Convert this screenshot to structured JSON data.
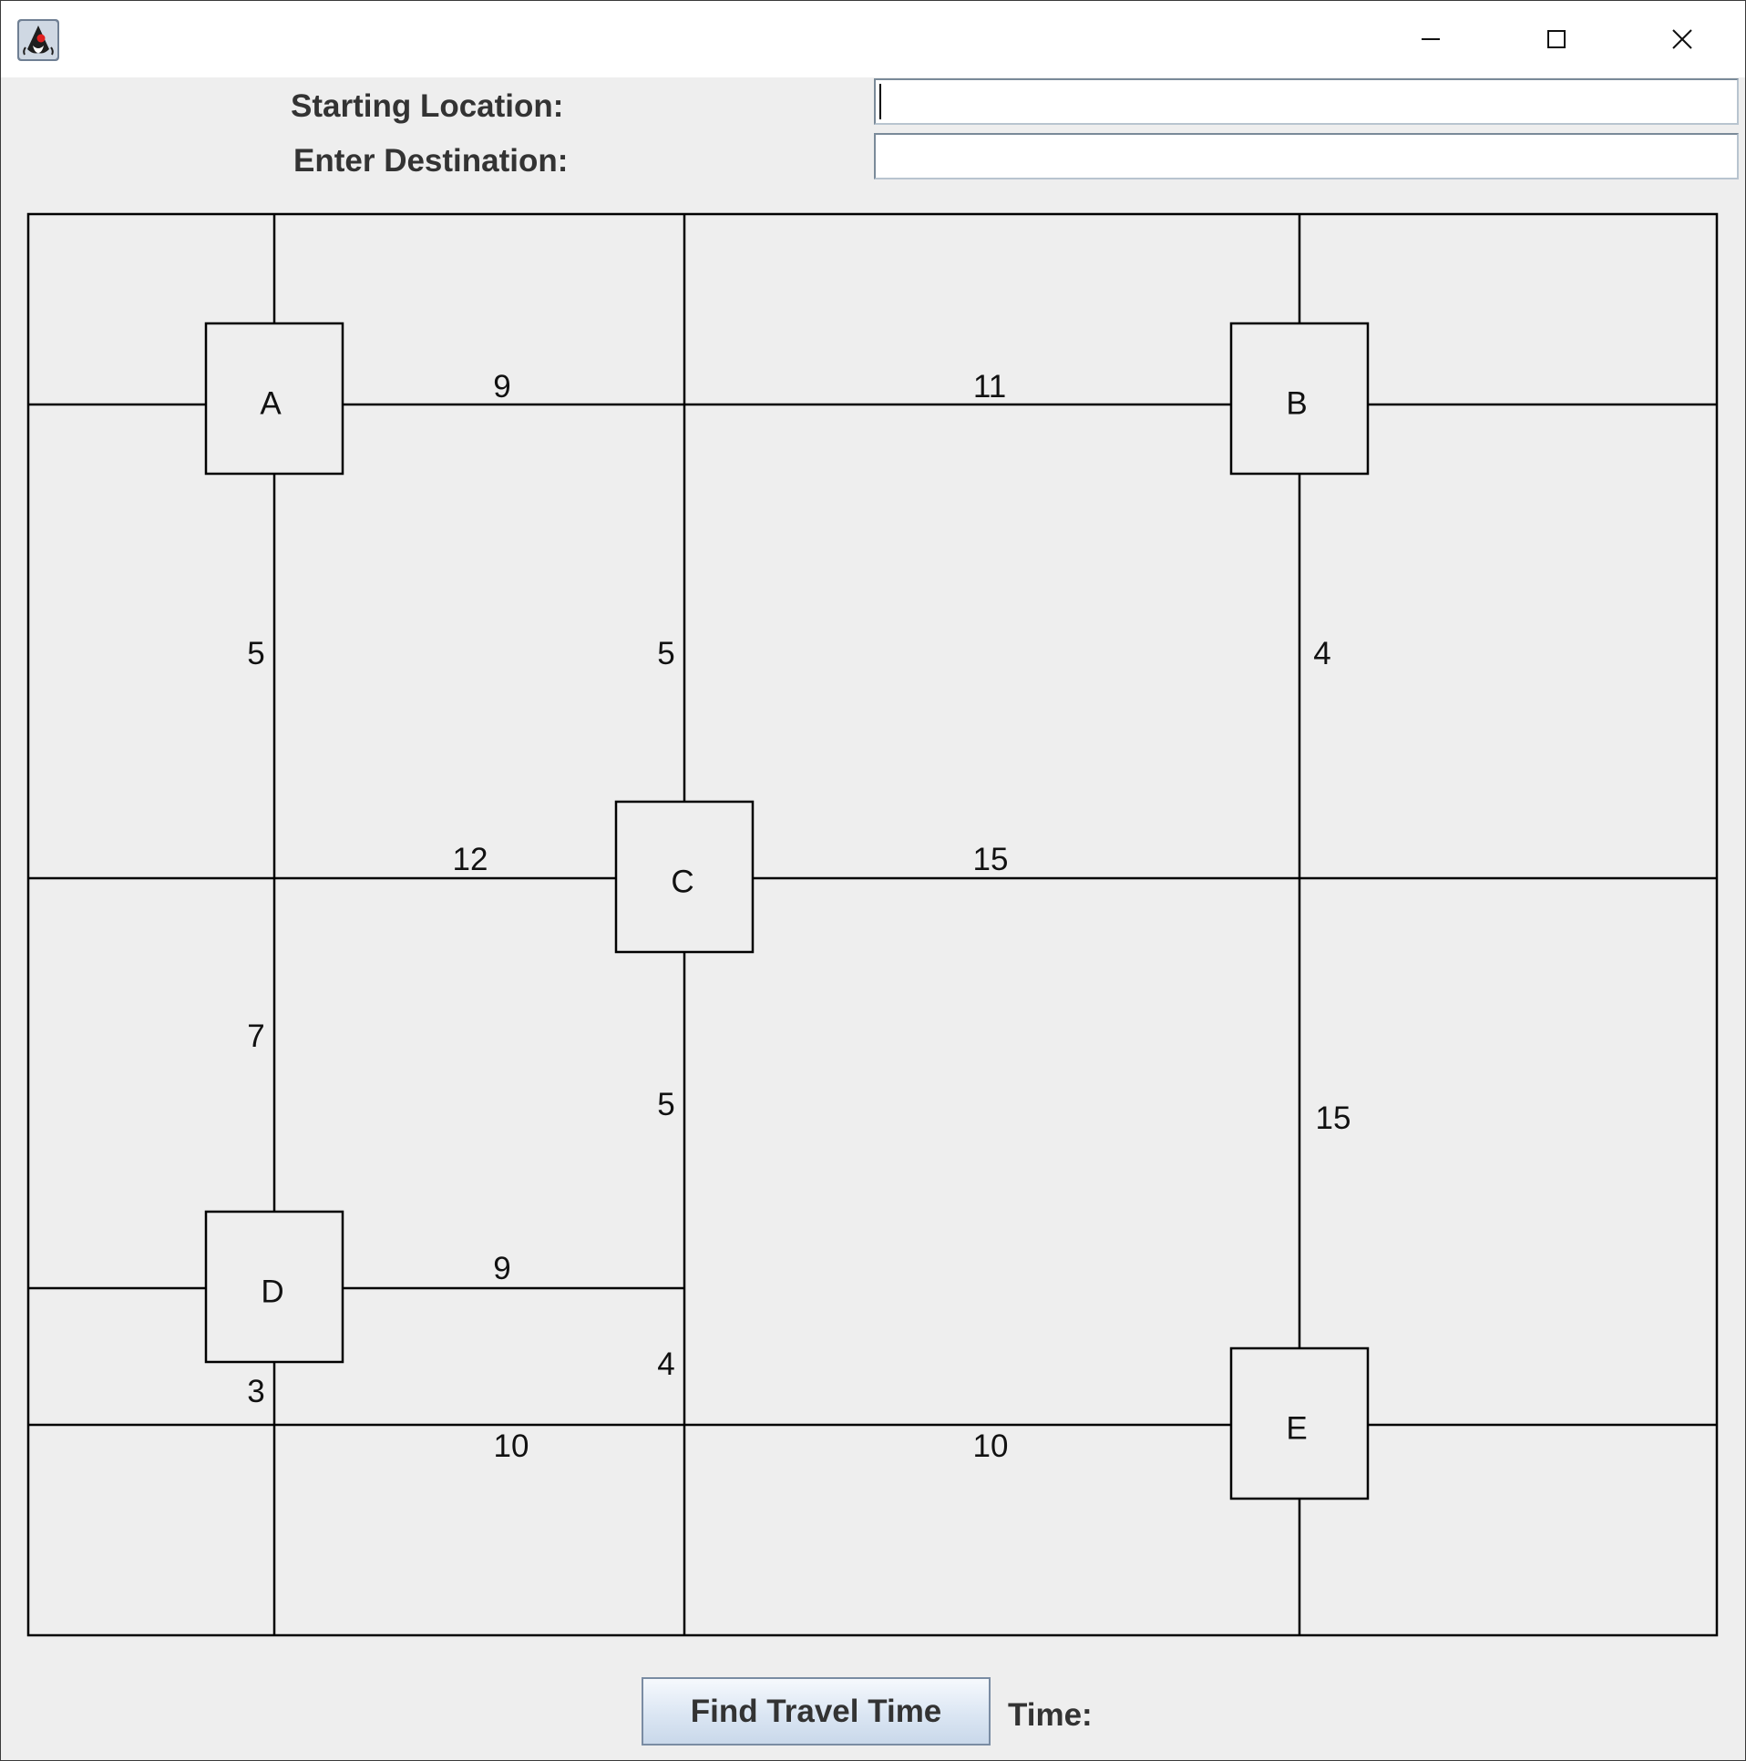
{
  "window": {
    "icons": {
      "app": "java-duke-icon",
      "minimize": "minimize-icon",
      "maximize": "maximize-icon",
      "close": "close-icon"
    }
  },
  "form": {
    "start_label": "Starting Location:",
    "start_value": "",
    "dest_label": "Enter Destination:",
    "dest_value": ""
  },
  "map": {
    "nodes": [
      {
        "id": "A",
        "label": "A"
      },
      {
        "id": "B",
        "label": "B"
      },
      {
        "id": "C",
        "label": "C"
      },
      {
        "id": "D",
        "label": "D"
      },
      {
        "id": "E",
        "label": "E"
      }
    ],
    "weights": [
      "9",
      "11",
      "5",
      "5",
      "4",
      "12",
      "15",
      "7",
      "5",
      "15",
      "9",
      "4",
      "3",
      "10",
      "10"
    ]
  },
  "footer": {
    "button_label": "Find Travel Time",
    "time_label": "Time:",
    "time_value": ""
  }
}
